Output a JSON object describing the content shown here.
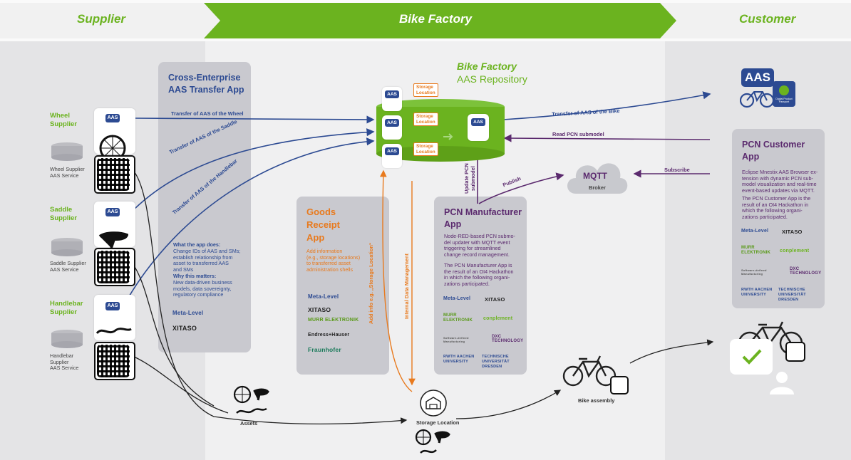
{
  "header": {
    "supplier": "Supplier",
    "factory": "Bike Factory",
    "customer": "Customer"
  },
  "colors": {
    "green": "#6bb31f",
    "blue": "#2c4a92",
    "purple": "#5b2a6e",
    "orange": "#e87a1e",
    "panel": "#c9c9cf"
  },
  "suppliers": {
    "wheel": {
      "title": "Wheel\nSupplier",
      "service": "Wheel Supplier\nAAS Service"
    },
    "saddle": {
      "title": "Saddle\nSupplier",
      "service": "Saddle Supplier\nAAS Service"
    },
    "handlebar": {
      "title": "Handlebar\nSupplier",
      "service": "Handlebar\nSupplier\nAAS Service"
    }
  },
  "transfer_app": {
    "title": "Cross-Enterprise\nAAS Transfer App",
    "what_head": "What the app does:",
    "what_body": "Change IDs of AAS and SMs;\nestablish relationship from\nasset to transferred AAS\nand SMs",
    "why_head": "Why this matters:",
    "why_body": "New data-driven business\nmodels, data sovereignty,\nregulatory compliance",
    "logo1": "Meta-Level",
    "logo2": "XITASO"
  },
  "repository": {
    "title1": "Bike Factory",
    "title2": "AAS Repository",
    "slot": "Storage\nLocation",
    "aas": "AAS"
  },
  "goods_app": {
    "title": "Goods\nReceipt\nApp",
    "body": "Add information\n(e.g., storage locations)\nto transferred asset\nadministration shells",
    "logos": [
      "Meta-Level",
      "XITASO",
      "MURR ELEKTRONIK",
      "Endress+Hauser",
      "Fraunhofer"
    ]
  },
  "pcn_app": {
    "title": "PCN Manufacturer\nApp",
    "body1": "Node-RED-based PCN submo-\ndel updater with MQTT event\ntriggering for streamlined\nchange record management.",
    "body2": "The PCN Manufacturer App is\nthe result of an OI4 Hackathon\nin which the following organi-\nzations participated.",
    "logos": [
      "Meta-Level",
      "XITASO",
      "MURR ELEKTRONIK",
      "conplement",
      "Software-defined Manufacturing",
      "DXC TECHNOLOGY",
      "RWTH AACHEN UNIVERSITY",
      "TECHNISCHE UNIVERSITÄT DRESDEN"
    ]
  },
  "customer_app": {
    "title": "PCN Customer\nApp",
    "body1": "Eclipse Mnestix AAS Browser ex-\ntension with dynamic PCN sub-\nmodel visualization and real-time\nevent-based updates via MQTT.",
    "body2": "The PCN Customer App is the\nresult of an OI4 Hackathon in\nwhich the following organi-\nzations participated.",
    "logos": [
      "Meta-Level",
      "XITASO",
      "MURR ELEKTRONIK",
      "conplement",
      "Software-defined Manufacturing",
      "DXC TECHNOLOGY",
      "RWTH AACHEN UNIVERSITY",
      "TECHNISCHE UNIVERSITÄT DRESDEN"
    ]
  },
  "mqtt": {
    "name": "MQTT",
    "broker": "Broker"
  },
  "labels": {
    "t_wheel": "Transfer of AAS of the Wheel",
    "t_saddle": "Transfer of AAS of the Saddle",
    "t_handlebar": "Transfer of AAS of the Handlebar",
    "t_bike": "Transfer of AAS of the Bike",
    "read_pcn": "Read PCN submodel",
    "subscribe": "Subscribe",
    "publish": "Publish",
    "update_pcn": "Update PCN\nsubmodel",
    "add_info": "Add info e.g. „Storage Location“",
    "internal": "Internal Data Management",
    "assets": "Assets",
    "storage": "Storage Location",
    "bike_assembly": "Bike assembly",
    "dpp": "Digital Product\nPassport"
  }
}
